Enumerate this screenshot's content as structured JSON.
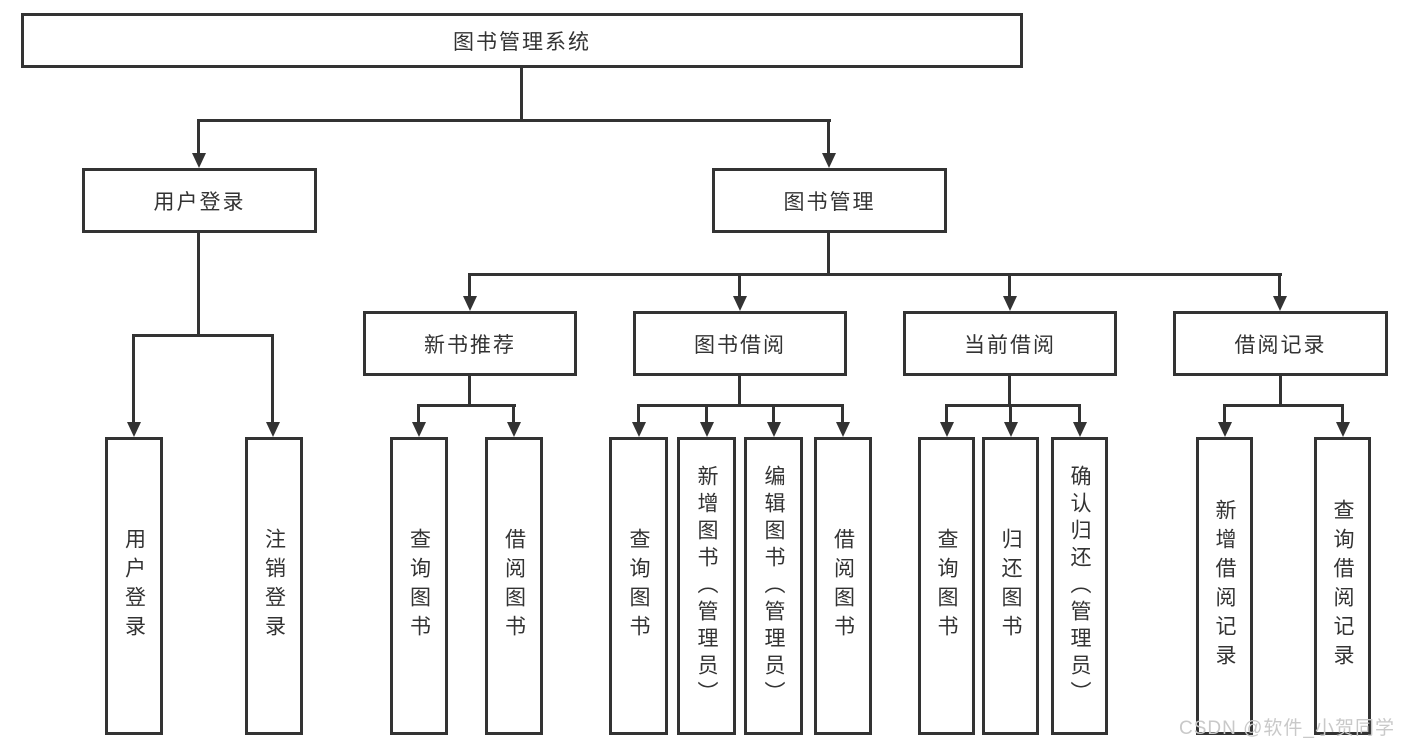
{
  "diagram": {
    "title": "图书管理系统",
    "level2": {
      "user_login": "用户登录",
      "book_management": "图书管理"
    },
    "level3": {
      "new_book_recommend": "新书推荐",
      "book_borrow": "图书借阅",
      "current_borrow": "当前借阅",
      "borrow_records": "借阅记录"
    },
    "leaves": {
      "login": [
        "用户登录",
        "注销登录"
      ],
      "recommend": [
        "查询图书",
        "借阅图书"
      ],
      "borrow": [
        "查询图书",
        "新增图书（管理员）",
        "编辑图书（管理员）",
        "借阅图书"
      ],
      "current": [
        "查询图书",
        "归还图书",
        "确认归还（管理员）"
      ],
      "records": [
        "新增借阅记录",
        "查询借阅记录"
      ]
    }
  },
  "watermark": "CSDN @软件_小贺同学",
  "colors": {
    "line": "#333333",
    "text": "#333333",
    "watermark": "#c9c9c9",
    "background": "#ffffff"
  }
}
